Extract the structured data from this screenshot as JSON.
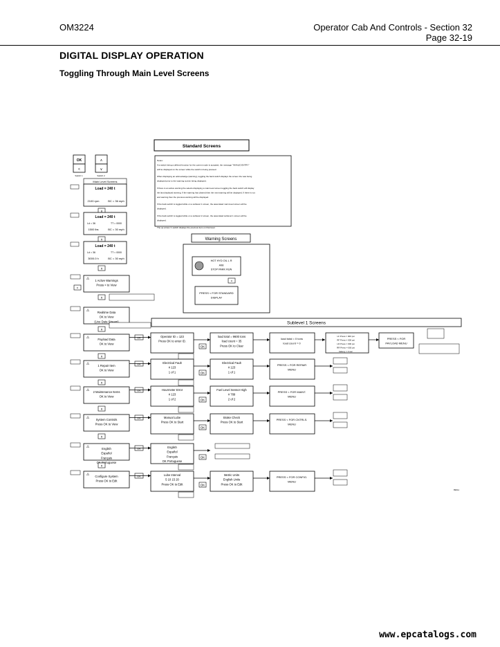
{
  "header": {
    "doc_code": "OM3224",
    "section": "Operator Cab And Controls - Section 32",
    "page": "Page 32-19"
  },
  "title": "DIGITAL DISPLAY OPERATION",
  "subtitle": "Toggling Through Main Level Screens",
  "footer_url": "www.epcatalogs.com",
  "diagram": {
    "keys": {
      "ok": "OK",
      "left": "<",
      "up": "∧",
      "down": "∨",
      "cap1": "Switch 1",
      "cap2": "Switch 2"
    },
    "main_level_label": "Main Level Screens",
    "standard_screens_label": "Standard Screens",
    "notes": [
      "Notes:",
      "If a switch being a defined function for the current mode is actuated, the message \"INVALID ENTRY\"",
      "will be displayed on the screen while the switch is being pressed.",
      "When displaying an acknowledge (warning), toggling the back switch displays the screen the was being",
      "displayed prior to the warning screen being displayed.",
      "If there is an active warning the selects displaying a main level screen toggling the back switch will display",
      "the last displayed warning. If the warning has cleared then the next warning will be displayed. If there is not",
      "and warning then the previous warning will be displayed.",
      "If the back switch is toggled while on a sublevel 1 screen, the associated main level screen will be",
      "displayed.",
      "If the back switch is toggled while on a sublevel 2 screen, the associated sublevel 1 screen will be",
      "displayed.",
      "The up arrow (^) switch displays the previous item on that level."
    ],
    "load_screens": [
      {
        "line1": "Load = 240 t",
        "line2a": "",
        "line2b": "",
        "line3a": "2100 rpm",
        "line3b": "BC = 36 mph"
      },
      {
        "line1": "Load = 240 t",
        "line2a": "Ld = 36",
        "line2b": "TT = 0000",
        "line3a": "1500 lbs",
        "line3b": "BC = 30 mph"
      },
      {
        "line1": "Load = 240 t",
        "line2a": "Ld = 36",
        "line2b": "TT = 0000",
        "line3a": "3000.0 h",
        "line3b": "BC = 30 mph"
      }
    ],
    "warning_screens_label": "Warning Screens",
    "warning_lines": [
      "HOT HYD OIL L R",
      "A98",
      "STOP PARK RUN"
    ],
    "press_standard": [
      "PRESS < FOR STANDARD",
      "DISPLAY"
    ],
    "sublevel_label": "Sublevel 1 Screens",
    "main_items": [
      {
        "l1": "1 Active Warnings",
        "l2": "Press < to View"
      },
      {
        "l1": "Realtime Data",
        "l2": "OK to View",
        "l3": "(Live Data Stream)"
      },
      {
        "l1": "Payload Data",
        "l2": "OK to View"
      },
      {
        "l1": "1 Repair Item",
        "l2": "OK to View"
      },
      {
        "l1": "2 Maintenance Items",
        "l2": "OK to View"
      },
      {
        "l1": "System Controls",
        "l2": "Press OK to View"
      },
      {
        "l1": "English",
        "l2": "Español",
        "l3": "Français",
        "l4": "OK  Portuguese"
      },
      {
        "l1": "Configure System",
        "l2": "Press OK to Edit"
      }
    ],
    "sub_a": [
      {
        "l1": "Operator ID = 123",
        "l2": "Press OK to enter ID."
      },
      {
        "l1": "Electrical Fault",
        "l2": "# 123",
        "l3": "1 of 1"
      },
      {
        "l1": "Hourmeter Error",
        "l2": "# 123",
        "l3": "1 of 2"
      },
      {
        "l1": "Manual Lube",
        "l2": "Press OK to Start"
      },
      {
        "l1": "English",
        "l2": "Español",
        "l3": "Français",
        "l4": "OK  Portuguese"
      },
      {
        "l1": "Lube Interval",
        "l2": "5  10  15 20",
        "l3": "Press OK to Edit"
      }
    ],
    "sub_b": [
      {
        "l1": "load total = 9600 tons",
        "l2": "load count = 35",
        "l3": "Press OK to Clear"
      },
      {
        "l1": "Electrical Fault",
        "l2": "# 123",
        "l3": "1 of 1"
      },
      {
        "l1": "Fuel Level Sensor High",
        "l2": "# 789",
        "l3": "2 of 2"
      },
      {
        "l1": "Brake Check",
        "l2": "Press OK to Start"
      },
      {
        "l1": "Metric Units",
        "l2": "English Units",
        "l3": "Press OK to Edit"
      }
    ],
    "sub_c": [
      {
        "l1": "load total = 0 tons",
        "l2": "load count = 0"
      },
      {
        "l1": "PRESS < FOR REPAIR",
        "l2": "MENU"
      },
      {
        "l1": "PRESS < FOR MAINT.",
        "l2": "MENU"
      },
      {
        "l1": "PRESS < FOR CNTRLS.",
        "l2": "MENU"
      },
      {
        "l1": "PRESS < FOR CONFIG.",
        "l2": "MENU"
      }
    ],
    "tire_lines": [
      "LF Press = 000 psi",
      "RF Press = 000 psi",
      "LR Press = 000 psi",
      "RR Press = 000 psi",
      "battery = 0 sec"
    ],
    "press_payload": [
      "PRESS < FOR",
      "PAYLOAD MENU"
    ],
    "fig_code": "89611"
  }
}
